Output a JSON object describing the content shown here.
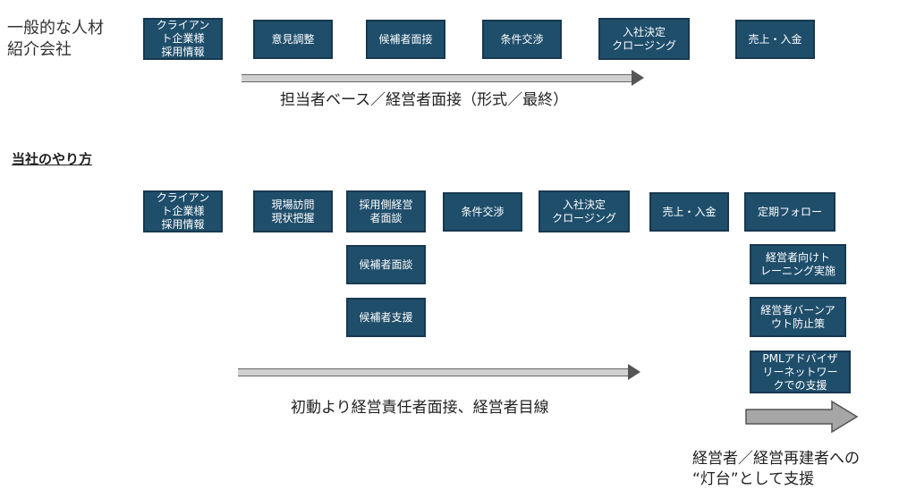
{
  "top_section": {
    "label": "一般的な人材\n紹介会社",
    "steps": [
      "クライアン\nト企業様\n採用情報",
      "意見調整",
      "候補者面接",
      "条件交渉",
      "入社決定\nクロージング",
      "売上・入金"
    ],
    "caption": "担当者ベース／経営者面接（形式／最終）"
  },
  "bottom_section": {
    "heading": "当社のやり方",
    "steps": [
      "クライアン\nト企業様\n採用情報",
      "現場訪問\n現状把握",
      "採用側経営\n者面談",
      "条件交渉",
      "入社決定\nクロージング",
      "売上・入金",
      "定期フォロー"
    ],
    "sub_steps": [
      "候補者面談",
      "候補者支援"
    ],
    "follow_steps": [
      "経営者向けト\nレーニング実施",
      "経営者バーンア\nウト防止策",
      "PMLアドバイザ\nリーネットワー\nクでの支援"
    ],
    "caption": "初動より経営責任者面接、経営者目線",
    "right_caption_line1": "経営者／経営再建者への",
    "right_caption_line2": "“灯台”として支援"
  }
}
